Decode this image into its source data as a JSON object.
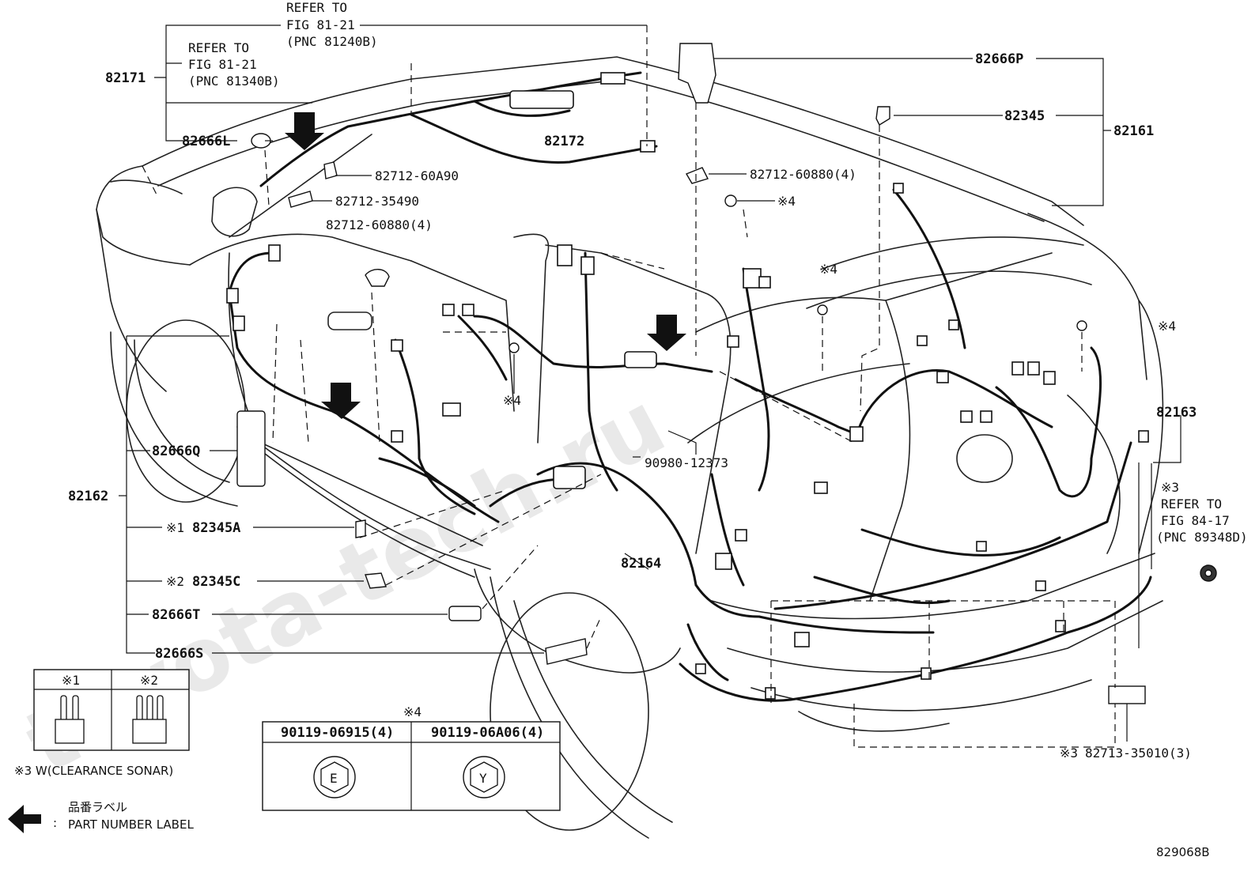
{
  "figure_id": "829068B",
  "watermark": "toyota-tech.ru",
  "callouts": {
    "p82171": "82171",
    "refer1": [
      "REFER TO",
      "FIG 81-21",
      "(PNC 81240B)"
    ],
    "refer2": [
      "REFER TO",
      "FIG 81-21",
      "(PNC 81340B)"
    ],
    "p82666L": "82666L",
    "p82172": "82172",
    "p82666P": "82666P",
    "p82345": "82345",
    "p82161": "82161",
    "p82712_60A90": "82712-60A90",
    "p82712_35490": "82712-35490",
    "p82712_60880_a": "82712-60880(4)",
    "p82712_60880_b": "82712-60880(4)",
    "mark4": "※4",
    "p90980_12373": "90980-12373",
    "p82163": "82163",
    "refer3": [
      "※3",
      "REFER TO",
      "FIG 84-17",
      "(PNC 89348D)"
    ],
    "p82666Q": "82666Q",
    "p82162": "82162",
    "p82345A": "82345A",
    "p82345A_mark": "※1",
    "p82345C": "82345C",
    "p82345C_mark": "※2",
    "p82666T": "82666T",
    "p82666S": "82666S",
    "p82164": "82164",
    "p82713": "82713-35010(3)",
    "p82713_mark": "※3"
  },
  "variant_table": {
    "col1": "※1",
    "col2": "※2",
    "footnote": "※3 W(CLEARANCE SONAR)"
  },
  "bolt_table": {
    "mark": "※4",
    "col1": "90119-06915(4)",
    "col2": "90119-06A06(4)",
    "head1": "E",
    "head2": "Y"
  },
  "legend": {
    "jp": "品番ラベル",
    "en": "PART NUMBER LABEL",
    "sep": ":"
  }
}
